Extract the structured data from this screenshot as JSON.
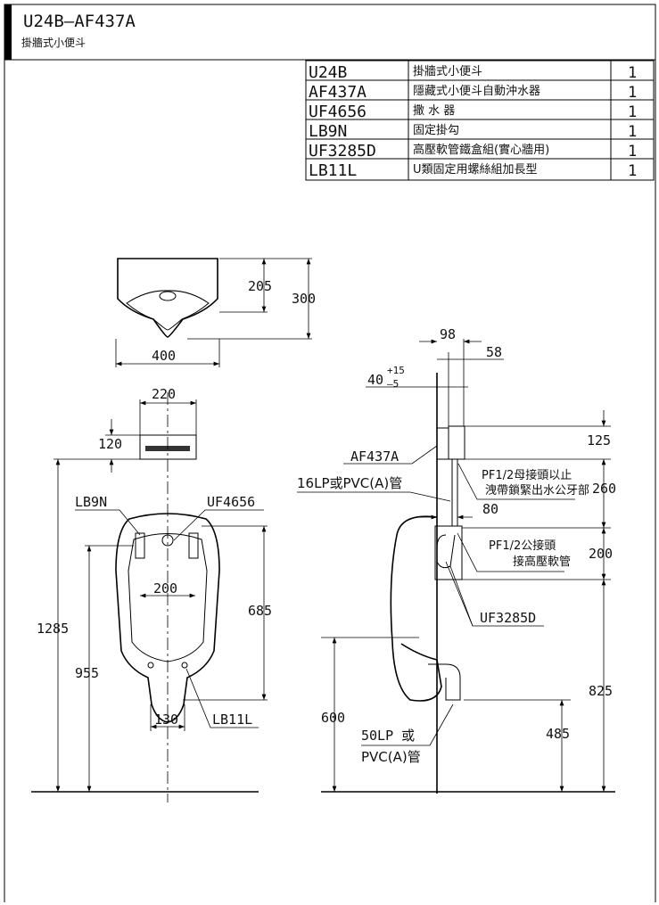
{
  "header": {
    "title": "U24B–AF437A",
    "subtitle": "掛牆式小便斗"
  },
  "parts": [
    {
      "code": "U24B",
      "desc": "掛牆式小便斗",
      "qty": "1"
    },
    {
      "code": "AF437A",
      "desc": "隱藏式小便斗自動沖水器",
      "qty": "1"
    },
    {
      "code": "UF4656",
      "desc": "撒 水 器",
      "qty": "1"
    },
    {
      "code": "LB9N",
      "desc": "固定掛勾",
      "qty": "1"
    },
    {
      "code": "UF3285D",
      "desc": "高壓軟管鐵盒組(實心牆用)",
      "qty": "1"
    },
    {
      "code": "LB11L",
      "desc": "U類固定用螺絲組加長型",
      "qty": "1"
    }
  ],
  "top_view": {
    "d205": "205",
    "d300": "300",
    "d400": "400"
  },
  "front_view": {
    "d220": "220",
    "d120": "120",
    "d1285": "1285",
    "d955": "955",
    "d685": "685",
    "d200": "200",
    "d130": "130",
    "lb9n": "LB9N",
    "uf4656": "UF4656",
    "lb11l": "LB11L"
  },
  "side_view": {
    "d98": "98",
    "d58": "58",
    "d40": "40",
    "tol_plus": "+15",
    "tol_minus": "–5",
    "d125": "125",
    "d260": "260",
    "d200": "200",
    "d825": "825",
    "d80": "80",
    "d600": "600",
    "d485": "485",
    "af437a": "AF437A",
    "pipe16": "16LP或PVC(A)管",
    "note1a": "PF1/2母接頭以止",
    "note1b": "洩帶鎖緊出水公牙部",
    "note2a": "PF1/2公接頭",
    "note2b": "接高壓軟管",
    "uf3285d": "UF3285D",
    "drain_a": "50LP 或",
    "drain_b": "PVC(A)管"
  }
}
